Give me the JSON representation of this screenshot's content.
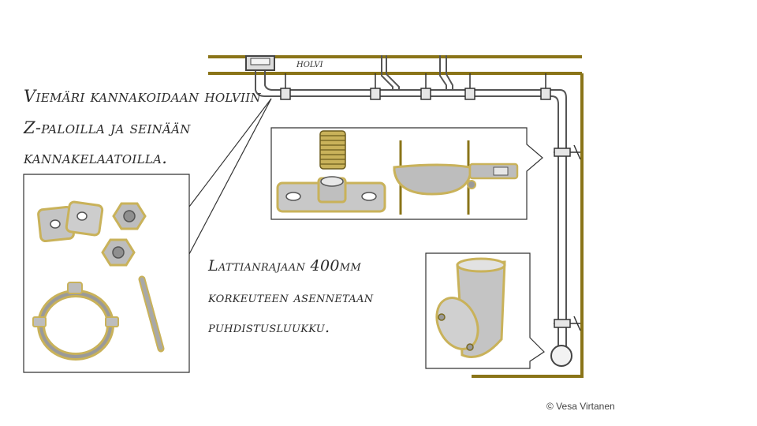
{
  "texts": {
    "ceiling_label": "holvi",
    "note_top": [
      "Viemäri kannakoidaan holviin",
      "Z-paloilla ja seinään",
      "kannakelaatoilla."
    ],
    "note_bottom": [
      "Lattianrajaan 400mm",
      "korkeuteen asennetaan",
      "puhdistusluukku."
    ],
    "credit": "© Vesa Virtanen"
  },
  "colors": {
    "structure": "#8a7418",
    "pipe_outline": "#555555",
    "brass": "#c9b25a",
    "metal": "#bdbdbd",
    "line": "#333333"
  },
  "icons": {
    "threaded_sleeve": "threaded-sleeve-icon",
    "mounting_plate": "mounting-plate-icon",
    "pipe_clamp": "pipe-clamp-icon",
    "z_plate": "z-plate-icon",
    "hex_nut": "hex-nut-icon",
    "threaded_rod": "threaded-rod-icon",
    "cleanout_fitting": "cleanout-fitting-icon"
  }
}
